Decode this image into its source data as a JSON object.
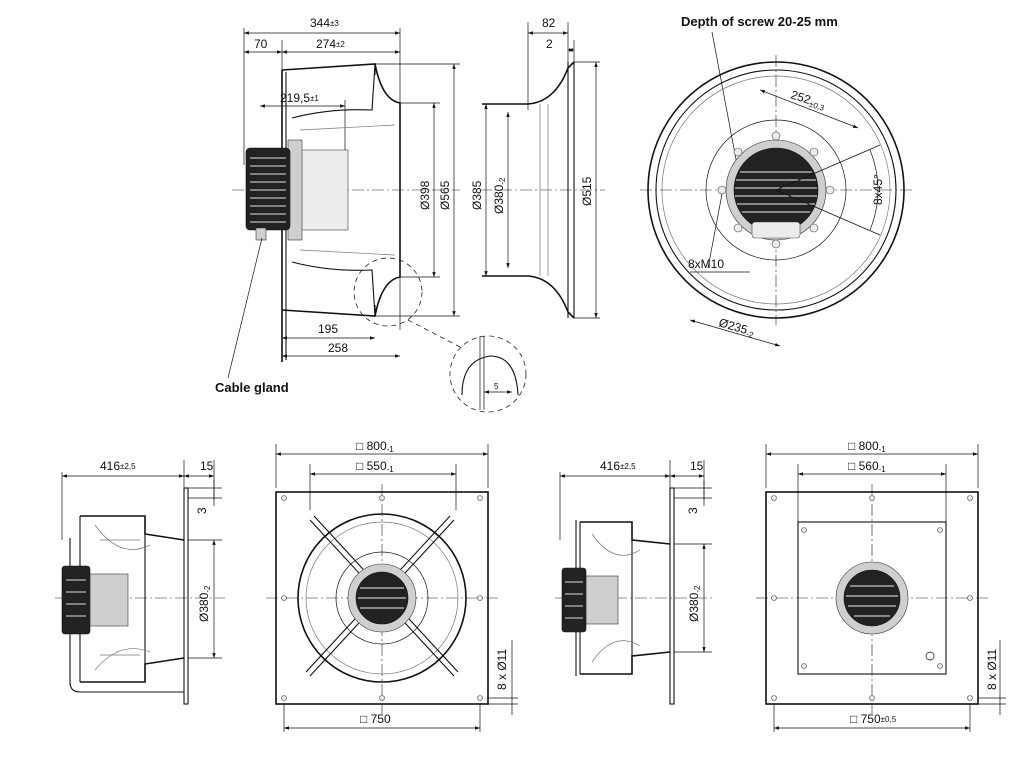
{
  "top_side_view": {
    "dims": {
      "d344": "344",
      "d344_tol": "±3",
      "d70": "70",
      "d274": "274",
      "d274_tol": "±2",
      "d219": "219,5",
      "d219_tol": "±1",
      "d195": "195",
      "d258": "258",
      "d398": "Ø398",
      "d565": "Ø565"
    },
    "detail_dim": "5",
    "cable_gland_label": "Cable gland"
  },
  "inlet_ring_view": {
    "dims": {
      "d82": "82",
      "d2": "2",
      "d385": "Ø385",
      "d380": "Ø380",
      "d380_tol": "-2",
      "d515": "Ø515"
    }
  },
  "top_front_view": {
    "screw_label": "Depth of screw 20-25 mm",
    "dims": {
      "d252": "252",
      "d252_tol": "±0,3",
      "angle": "8x45°",
      "thread": "8xM10",
      "d235": "Ø235",
      "d235_tol": "-2"
    }
  },
  "bottom_side_left": {
    "dims": {
      "d416": "416",
      "d416_tol": "±2,5",
      "d15": "15",
      "d3": "3",
      "d380": "Ø380",
      "d380_tol": "-2"
    }
  },
  "bottom_plate_left": {
    "dims": {
      "d800": "800",
      "d800_tol": "-1",
      "d550": "550",
      "d550_tol": "-1",
      "d750": "750",
      "holes": "8 x Ø11"
    }
  },
  "bottom_side_right": {
    "dims": {
      "d416": "416",
      "d416_tol": "±2,5",
      "d15": "15",
      "d3": "3",
      "d380": "Ø380",
      "d380_tol": "-2"
    }
  },
  "bottom_plate_right": {
    "dims": {
      "d800": "800",
      "d800_tol": "-1",
      "d560": "560",
      "d560_tol": "-1",
      "d750": "750",
      "d750_tol": "±0,5",
      "holes": "8 x Ø11"
    }
  }
}
